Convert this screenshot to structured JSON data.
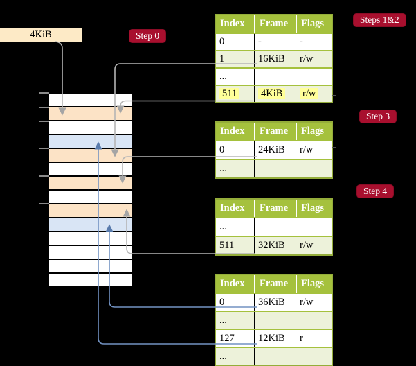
{
  "frame_box": {
    "label": "4KiB"
  },
  "badges": {
    "step0": "Step 0",
    "steps12": "Steps 1&2",
    "step3": "Step 3",
    "step4": "Step 4"
  },
  "table_headers": [
    "Index",
    "Frame",
    "Flags"
  ],
  "tables": {
    "steps12": {
      "rows": [
        [
          "0",
          "-",
          "-"
        ],
        [
          "1",
          "16KiB",
          "r/w"
        ],
        [
          "...",
          "",
          ""
        ],
        [
          "511",
          "4KiB",
          "r/w"
        ]
      ],
      "highlighted_index": "511"
    },
    "step3": {
      "rows": [
        [
          "0",
          "24KiB",
          "r/w"
        ],
        [
          "...",
          "",
          ""
        ]
      ]
    },
    "step4": {
      "rows": [
        [
          "...",
          "",
          ""
        ],
        [
          "511",
          "32KiB",
          "r/w"
        ]
      ]
    },
    "final": {
      "rows": [
        [
          "0",
          "36KiB",
          "r/w"
        ],
        [
          "...",
          "",
          ""
        ],
        [
          "127",
          "12KiB",
          "r"
        ],
        [
          "...",
          "",
          ""
        ]
      ]
    }
  },
  "memory": {
    "rows": [
      "white",
      "peach",
      "white",
      "blue",
      "peach",
      "white",
      "peach",
      "white",
      "peach",
      "blue",
      "white",
      "white",
      "white",
      "white"
    ]
  },
  "connections": [
    {
      "from": "4KiB box",
      "to": "memory frame 2 (peach)",
      "style": "gray"
    },
    {
      "from": "steps12 row 1 / 16KiB",
      "to": "memory frame 5 (peach)",
      "style": "gray"
    },
    {
      "from": "steps12 row 511 / 4KiB",
      "to": "memory frame 2 (peach)",
      "style": "gray"
    },
    {
      "from": "step3 row 0 / 24KiB",
      "to": "memory frame 7 (peach)",
      "style": "gray"
    },
    {
      "from": "step4 row 511 / 32KiB",
      "to": "memory frame 9 (peach)",
      "style": "gray"
    },
    {
      "from": "final row 0 / 36KiB",
      "to": "memory frame 10 (blue)",
      "style": "blue"
    },
    {
      "from": "final row 127 / 12KiB",
      "to": "memory frame 4 (blue)",
      "style": "blue"
    }
  ],
  "colors": {
    "background": "#000000",
    "table_header_green": "#a5c13d",
    "table_row_green": "#edf2da",
    "table_border_green": "#94ad3a",
    "badge_red": "#a80f2e",
    "wheat_box": "#fdeac6",
    "memory_peach": "#fce3c6",
    "memory_blue": "#d9e5f5",
    "highlight_yellow": "#ffff99",
    "arrow_gray": "#b5b5b5",
    "arrow_blue": "#7292c2"
  }
}
